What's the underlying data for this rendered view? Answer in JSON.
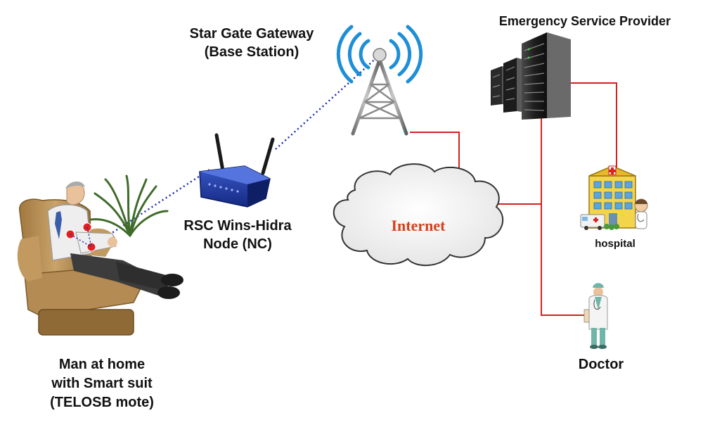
{
  "labels": {
    "gateway_line1": "Star Gate Gateway",
    "gateway_line2": "(Base Station)",
    "esp": "Emergency Service Provider",
    "router_line1": "RSC Wins-Hidra",
    "router_line2": "Node (NC)",
    "internet": "Internet",
    "hospital": "hospital",
    "doctor": "Doctor",
    "man_line1": "Man at home",
    "man_line2": "with Smart suit",
    "man_line3": "(TELOSB mote)"
  },
  "colors": {
    "wired_link": "#d42020",
    "wireless_link": "#1a2bb8",
    "signal_waves": "#1e8fd6",
    "sensor_dot": "#e02020",
    "internet_text": "#d4421e"
  }
}
